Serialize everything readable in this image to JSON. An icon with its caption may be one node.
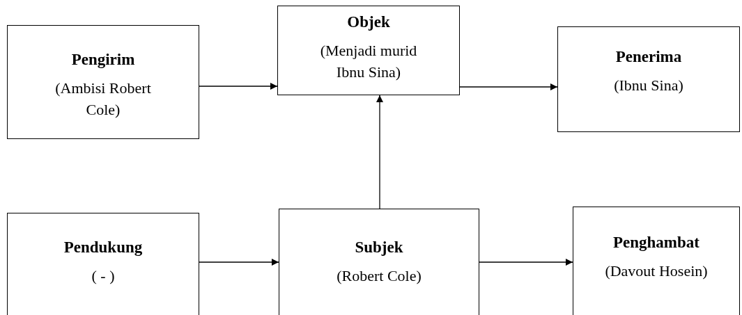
{
  "diagram": {
    "nodes": [
      {
        "text": [
          "Pengirim",
          "(Ambisi Robert Cole)"
        ]
      },
      {
        "text": [
          "Objek",
          "(Menjadi murid Ibnu Sina)"
        ]
      },
      {
        "text": [
          "Penerima",
          "(Ibnu Sina)"
        ]
      },
      {
        "text": [
          "Pendukung",
          "( - )"
        ]
      },
      {
        "text": [
          "Subjek",
          "(Robert Cole)"
        ]
      },
      {
        "text": [
          "Penghambat",
          "(Davout Hosein)"
        ]
      }
    ],
    "edges": [
      {
        "from": 0,
        "to": 1,
        "arrow": "to"
      },
      {
        "from": 1,
        "to": 2,
        "arrow": "to"
      },
      {
        "from": 4,
        "to": 1,
        "arrow": "to"
      },
      {
        "from": 3,
        "to": 4,
        "arrow": "to"
      },
      {
        "from": 4,
        "to": 5,
        "arrow": "to"
      }
    ]
  }
}
